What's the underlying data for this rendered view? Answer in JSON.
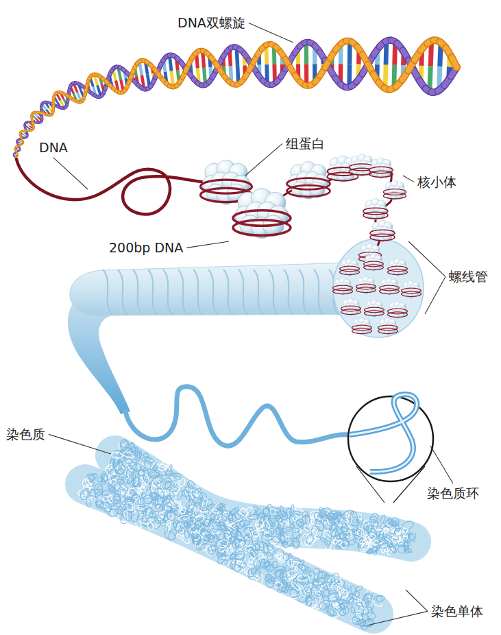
{
  "diagram": {
    "labels": [
      "DNA双螺旋",
      "DNA",
      "组蛋白",
      "核小体",
      "200bp DNA",
      "螺线管",
      "染色质",
      "染色质环",
      "染色单体"
    ]
  }
}
